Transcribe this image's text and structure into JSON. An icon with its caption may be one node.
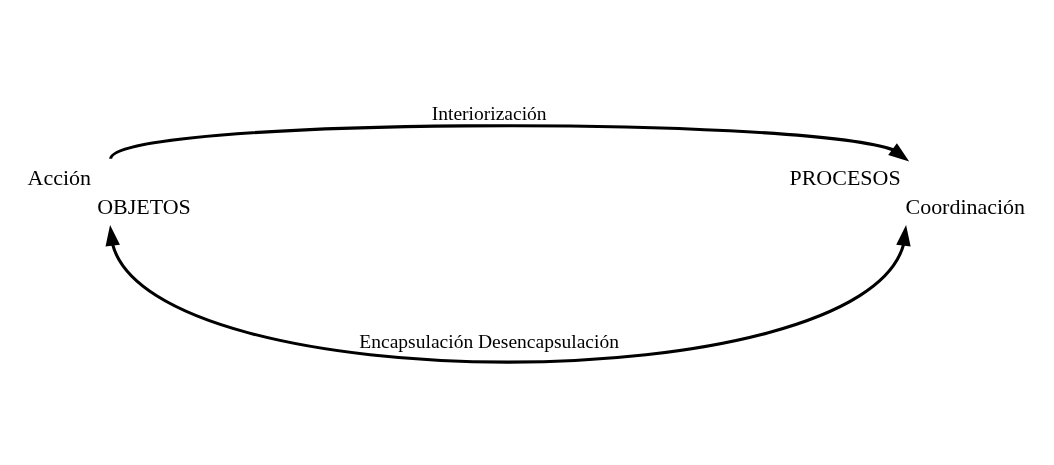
{
  "diagram": {
    "nodes": [
      {
        "text": [
          "OBJETOS"
        ],
        "beside": [
          "Acción"
        ]
      },
      {
        "text": [
          "PROCESOS"
        ],
        "beside": [
          "Coordinación"
        ]
      }
    ],
    "edges": [
      {
        "from": 0,
        "to": 1,
        "arrow": "to",
        "label": "Interiorización"
      },
      {
        "from": 1,
        "to": 0,
        "arrow": "both",
        "label": "Encapsulación Desencapsulación"
      }
    ]
  }
}
